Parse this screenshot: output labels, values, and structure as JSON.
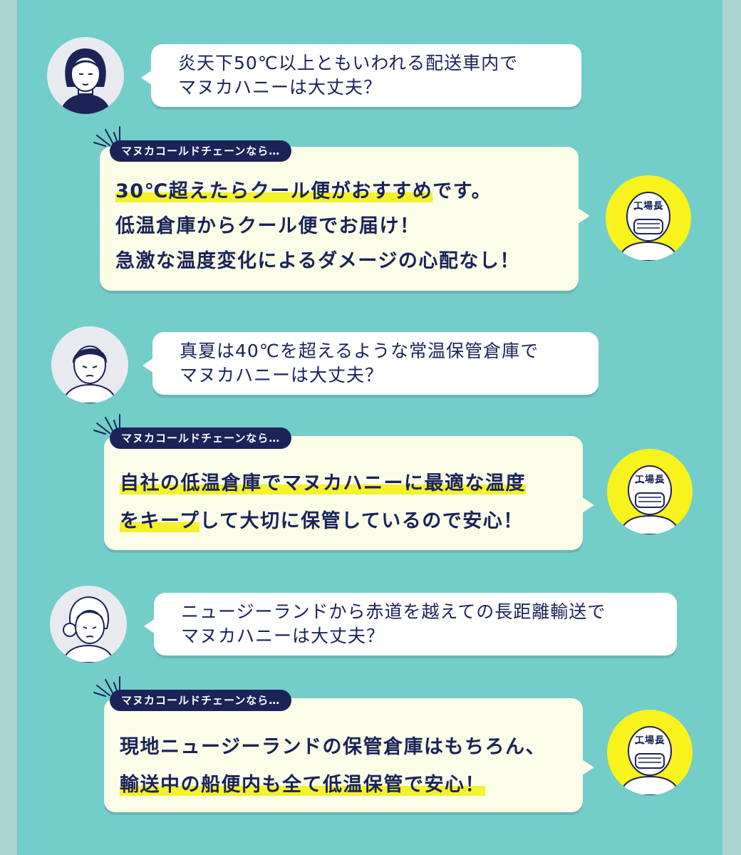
{
  "label": "マヌカコールドチェーンなら…",
  "worker_tag": "工場長",
  "sections": [
    {
      "question": "炎天下50℃以上ともいわれる配送車内で\nマヌカハニーは大丈夫？",
      "answer": [
        {
          "text": "30℃超えたらクール便がおすすめです。",
          "hl": "30℃超えたらクール便がおすすめ",
          "rest": "です。"
        },
        {
          "text": "低温倉庫からクール便でお届け！",
          "hl": "",
          "rest": "低温倉庫からクール便でお届け！"
        },
        {
          "text": "急激な温度変化によるダメージの心配なし！",
          "hl": "",
          "rest": "急激な温度変化によるダメージの心配なし！"
        }
      ]
    },
    {
      "question": "真夏は40℃を超えるような常温保管倉庫で\nマヌカハニーは大丈夫？",
      "answer": [
        {
          "hl": "自社の低温倉庫でマヌカハニーに最適な温度",
          "rest": ""
        },
        {
          "hl": "をキープ",
          "rest": "して大切に保管しているので安心！"
        }
      ]
    },
    {
      "question": "ニュージーランドから赤道を越えての長距離輸送で\nマヌカハニーは大丈夫？",
      "answer": [
        {
          "hl": "",
          "rest": "現地ニュージーランドの保管倉庫はもちろん、"
        },
        {
          "hl": "輸送中の船便内も全て低温保管で安心！",
          "rest": ""
        }
      ]
    }
  ],
  "colors": {
    "background": "#73cdc9",
    "navy": "#1c2356",
    "highlight": "#f5f12a",
    "worker_circle": "#f8f21d",
    "answer_bubble": "#fbfde8"
  }
}
